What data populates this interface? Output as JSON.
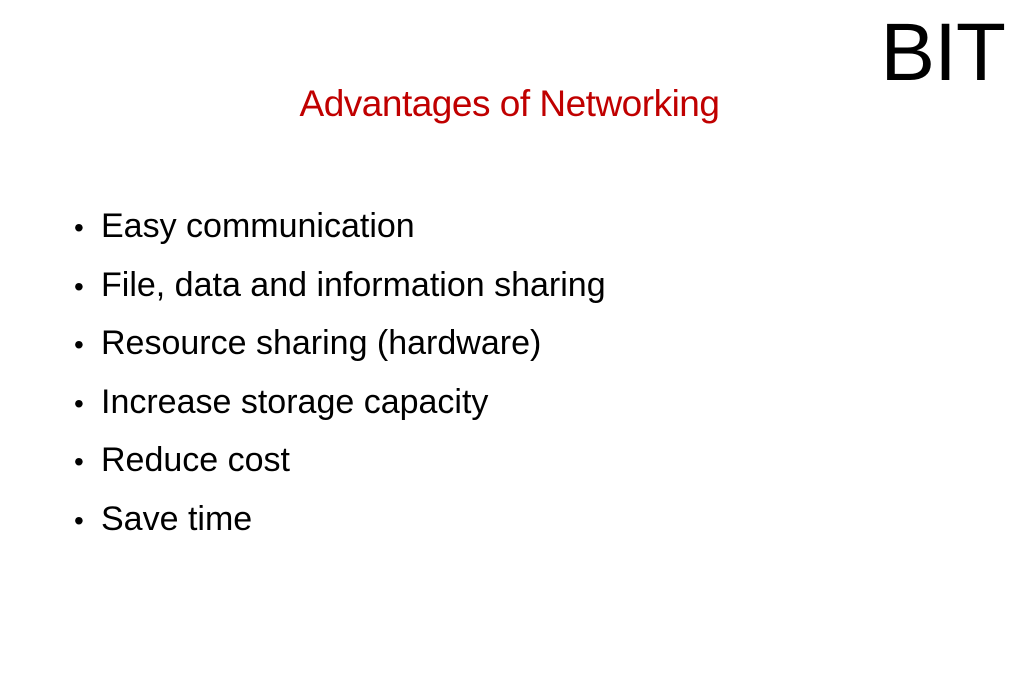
{
  "logo": {
    "text": "BIT"
  },
  "title": "Advantages of Networking",
  "bullet_marker": "•",
  "bullets": [
    "Easy communication",
    "File, data and information sharing",
    "Resource sharing (hardware)",
    "Increase storage capacity",
    "Reduce cost",
    "Save time"
  ],
  "colors": {
    "title": "#c00000",
    "text": "#000000",
    "background": "#ffffff"
  }
}
